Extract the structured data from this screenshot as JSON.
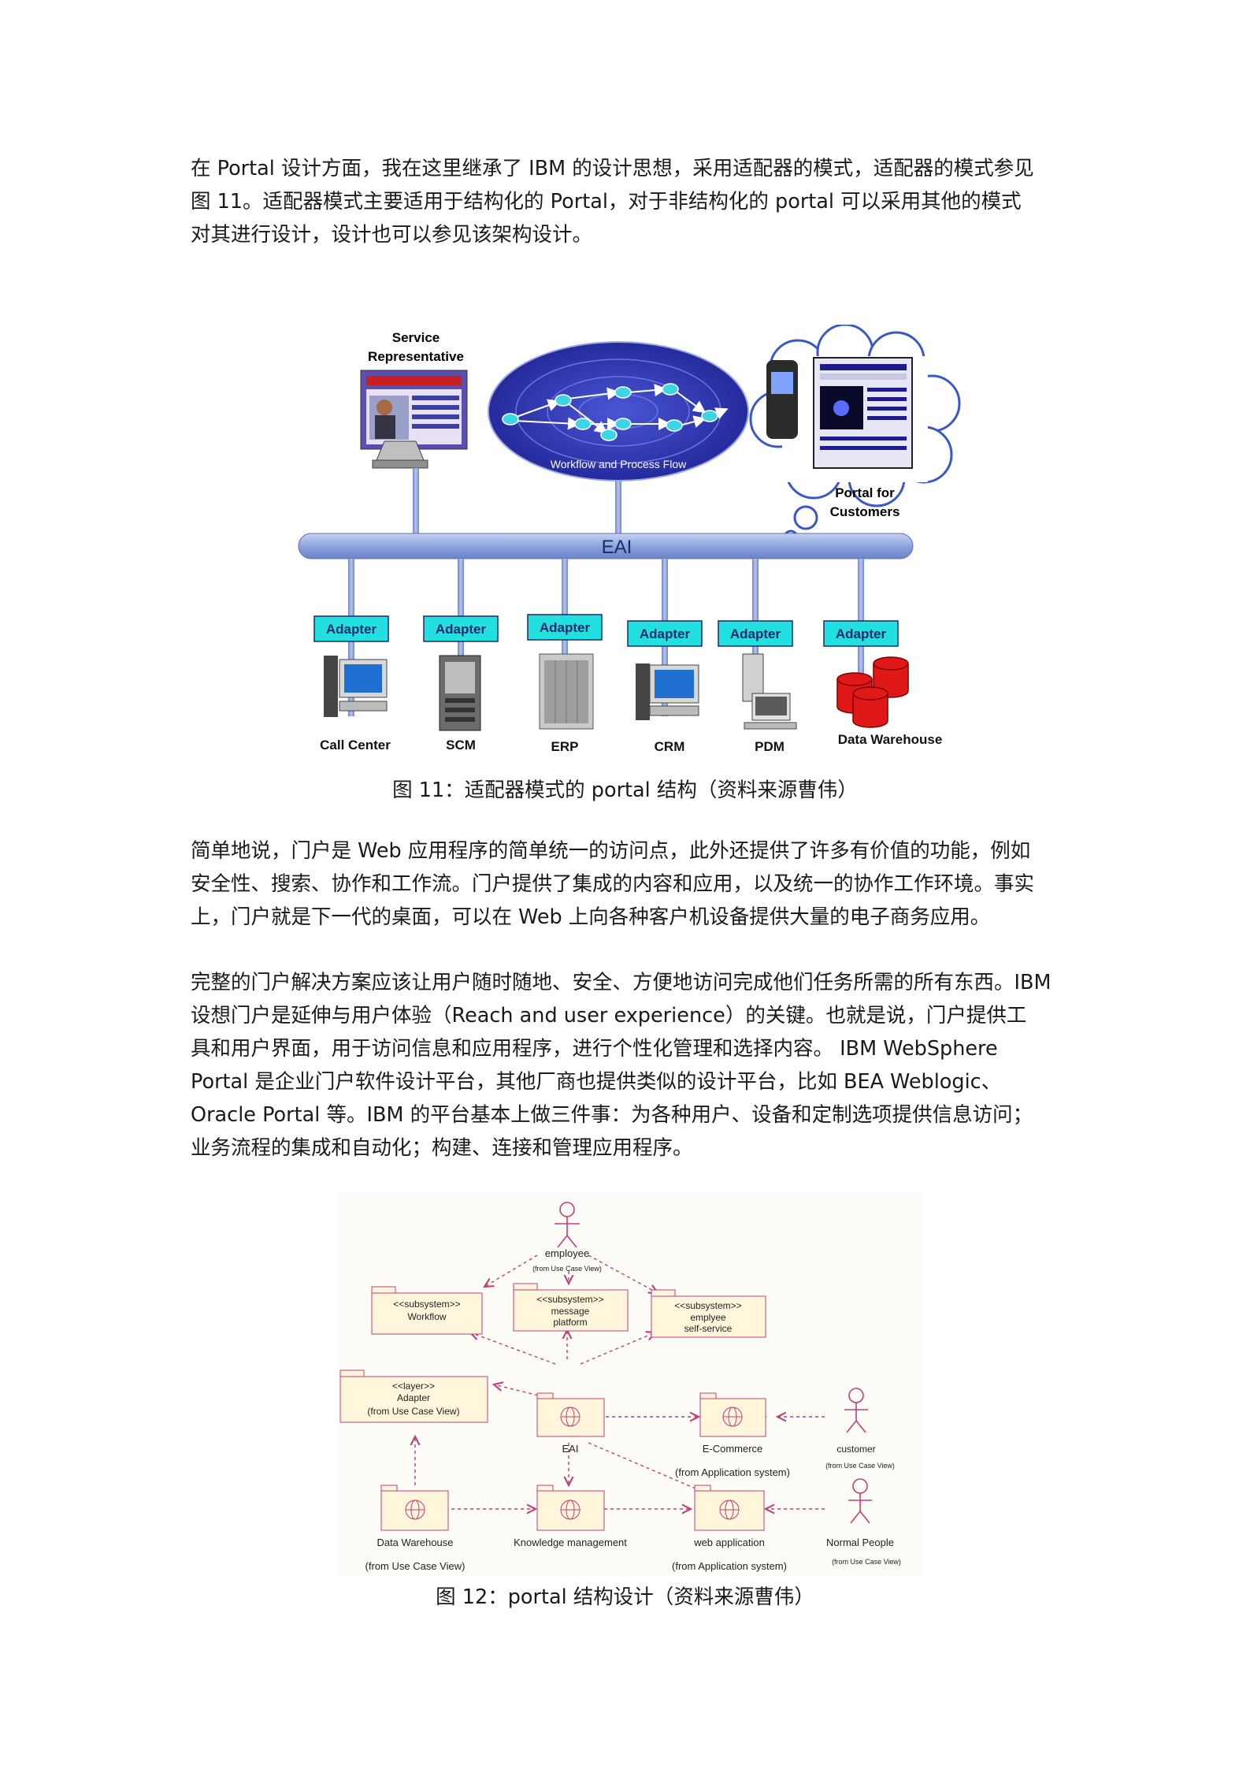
{
  "paragraph1": {
    "lines": [
      "在 Portal 设计方面，我在这里继承了 IBM 的设计思想，采用适配器的模式，适配器的模式参见",
      "图 11。适配器模式主要适用于结构化的 Portal，对于非结构化的 portal 可以采用其他的模式",
      "对其进行设计，设计也可以参见该架构设计。"
    ]
  },
  "figure11": {
    "service_rep": [
      "Service",
      "Representative"
    ],
    "workflow_label": "Workflow and Process Flow",
    "portal_label": [
      "Portal for",
      "Customers"
    ],
    "bus_label": "EAI",
    "adapter_label": "Adapter",
    "systems": [
      "Call Center",
      "SCM",
      "ERP",
      "CRM",
      "PDM",
      "Data Warehouse"
    ],
    "caption": "图 11：适配器模式的 portal 结构（资料来源曹伟）"
  },
  "paragraph2": {
    "lines": [
      "简单地说，门户是 Web 应用程序的简单统一的访问点，此外还提供了许多有价值的功能，例如",
      "安全性、搜索、协作和工作流。门户提供了集成的内容和应用，以及统一的协作工作环境。事实",
      "上，门户就是下一代的桌面，可以在  Web  上向各种客户机设备提供大量的电子商务应用。"
    ]
  },
  "paragraph3": {
    "lines": [
      "完整的门户解决方案应该让用户随时随地、安全、方便地访问完成他们任务所需的所有东西。IBM",
      "设想门户是延伸与用户体验（Reach and user experience）的关键。也就是说，门户提供工",
      "具和用户界面，用于访问信息和应用程序，进行个性化管理和选择内容。  IBM WebSphere",
      "Portal 是企业门户软件设计平台，其他厂商也提供类似的设计平台，比如 BEA Weblogic、",
      "Oracle Portal 等。IBM 的平台基本上做三件事：为各种用户、设备和定制选项提供信息访问；",
      "业务流程的集成和自动化；构建、连接和管理应用程序。"
    ]
  },
  "figure12": {
    "employee": "employee",
    "from_use_case": "(from Use Case View)",
    "workflow": [
      "<<subsystem>>",
      "Workflow"
    ],
    "message_platform": [
      "<<subsystem>>",
      "message",
      "platform"
    ],
    "self_service": [
      "<<subsystem>>",
      "emplyee",
      "self-service"
    ],
    "adapter": [
      "<<layer>>",
      "Adapter",
      "(from Use Case View)"
    ],
    "eai": "EAI",
    "ecommerce": "E-Commerce",
    "from_application": "(from Application system)",
    "customer": "customer",
    "data_warehouse": "Data Warehouse",
    "knowledge": "Knowledge management",
    "web_application": "web application",
    "normal_people": "Normal People",
    "caption": "图 12：portal 结构设计（资料来源曹伟）"
  }
}
